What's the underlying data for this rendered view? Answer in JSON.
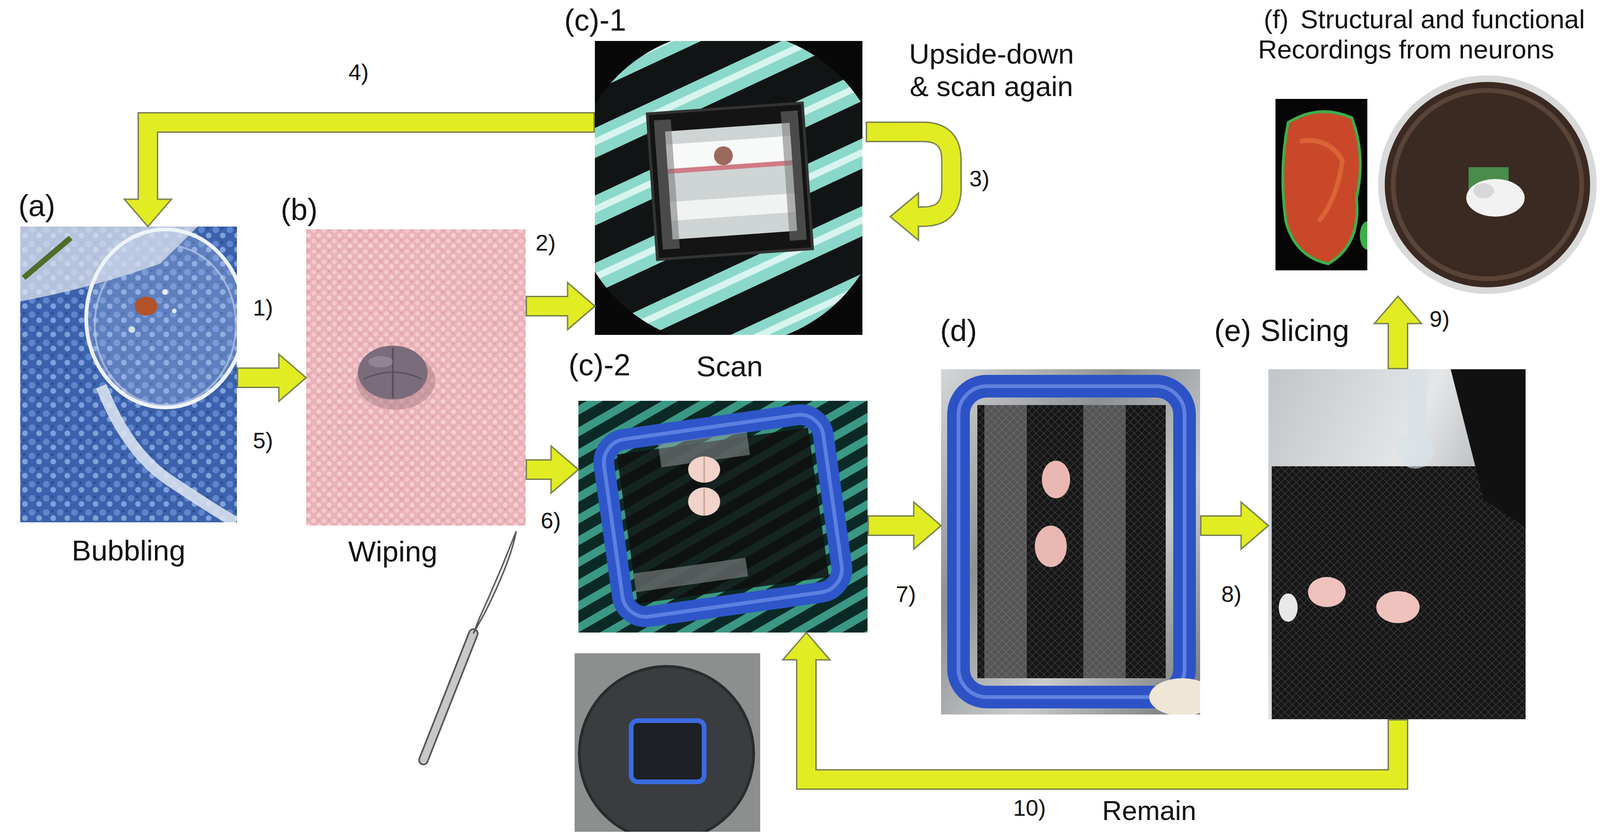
{
  "diagram": {
    "nodes": [
      {
        "text": [
          "(a)",
          "Bubbling"
        ]
      },
      {
        "text": [
          "(b)",
          "Wiping"
        ]
      },
      {
        "text": [
          "(c)-1"
        ]
      },
      {
        "text": [
          "(c)-2"
        ]
      },
      {
        "text": [
          "(d)"
        ]
      },
      {
        "text": [
          "(e)",
          "Slicing"
        ]
      },
      {
        "text": [
          "(f)",
          "Structural and functional Recordings from neurons"
        ]
      }
    ],
    "edges": [
      {
        "from": 0,
        "to": 1,
        "label": "1)",
        "arrow": "to"
      },
      {
        "from": 1,
        "to": 2,
        "label": "2)",
        "arrow": "to"
      },
      {
        "from": 2,
        "to": 0,
        "label": "4)",
        "arrow": "to"
      },
      {
        "from": 1,
        "to": 3,
        "label": "6)",
        "arrow": "to"
      },
      {
        "from": 3,
        "to": 4,
        "label": "7)",
        "arrow": "to"
      },
      {
        "from": 4,
        "to": 5,
        "label": "8)",
        "arrow": "to"
      },
      {
        "from": 5,
        "to": 6,
        "label": "9)",
        "arrow": "to"
      },
      {
        "from": 5,
        "to": 3,
        "label": "10)",
        "arrow": "to"
      }
    ],
    "labels": [
      "Upside-down & scan again",
      "3)",
      "5)",
      "Scan",
      "Remain"
    ]
  }
}
